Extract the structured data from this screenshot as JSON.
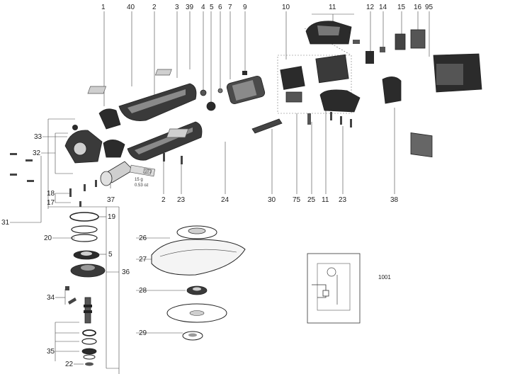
{
  "diagram_code": "1001",
  "tube_label": {
    "line1": "15 g",
    "line2": "0.53 oz",
    "badge": "883"
  },
  "callouts": {
    "c1": "1",
    "c40": "40",
    "c2a": "2",
    "c3": "3",
    "c39": "39",
    "c4": "4",
    "c5a": "5",
    "c6": "6",
    "c7": "7",
    "c9": "9",
    "c10": "10",
    "c11a": "11",
    "c12": "12",
    "c14": "14",
    "c15": "15",
    "c16": "16",
    "c95": "95",
    "c33": "33",
    "c32": "32",
    "c18": "18",
    "c17": "17",
    "c31": "31",
    "c37": "37",
    "c2b": "2",
    "c23a": "23",
    "c24": "24",
    "c30": "30",
    "c75": "75",
    "c25": "25",
    "c11b": "11",
    "c23b": "23",
    "c38": "38",
    "c19": "19",
    "c20": "20",
    "c5b": "5",
    "c36": "36",
    "c34": "34",
    "c35": "35",
    "c22": "22",
    "c26": "26",
    "c27": "27",
    "c28": "28",
    "c29": "29"
  },
  "colors": {
    "part_dark": "#2b2b2b",
    "part_mid": "#6e6e6e",
    "part_light": "#cfcfcf",
    "line": "#444444"
  }
}
